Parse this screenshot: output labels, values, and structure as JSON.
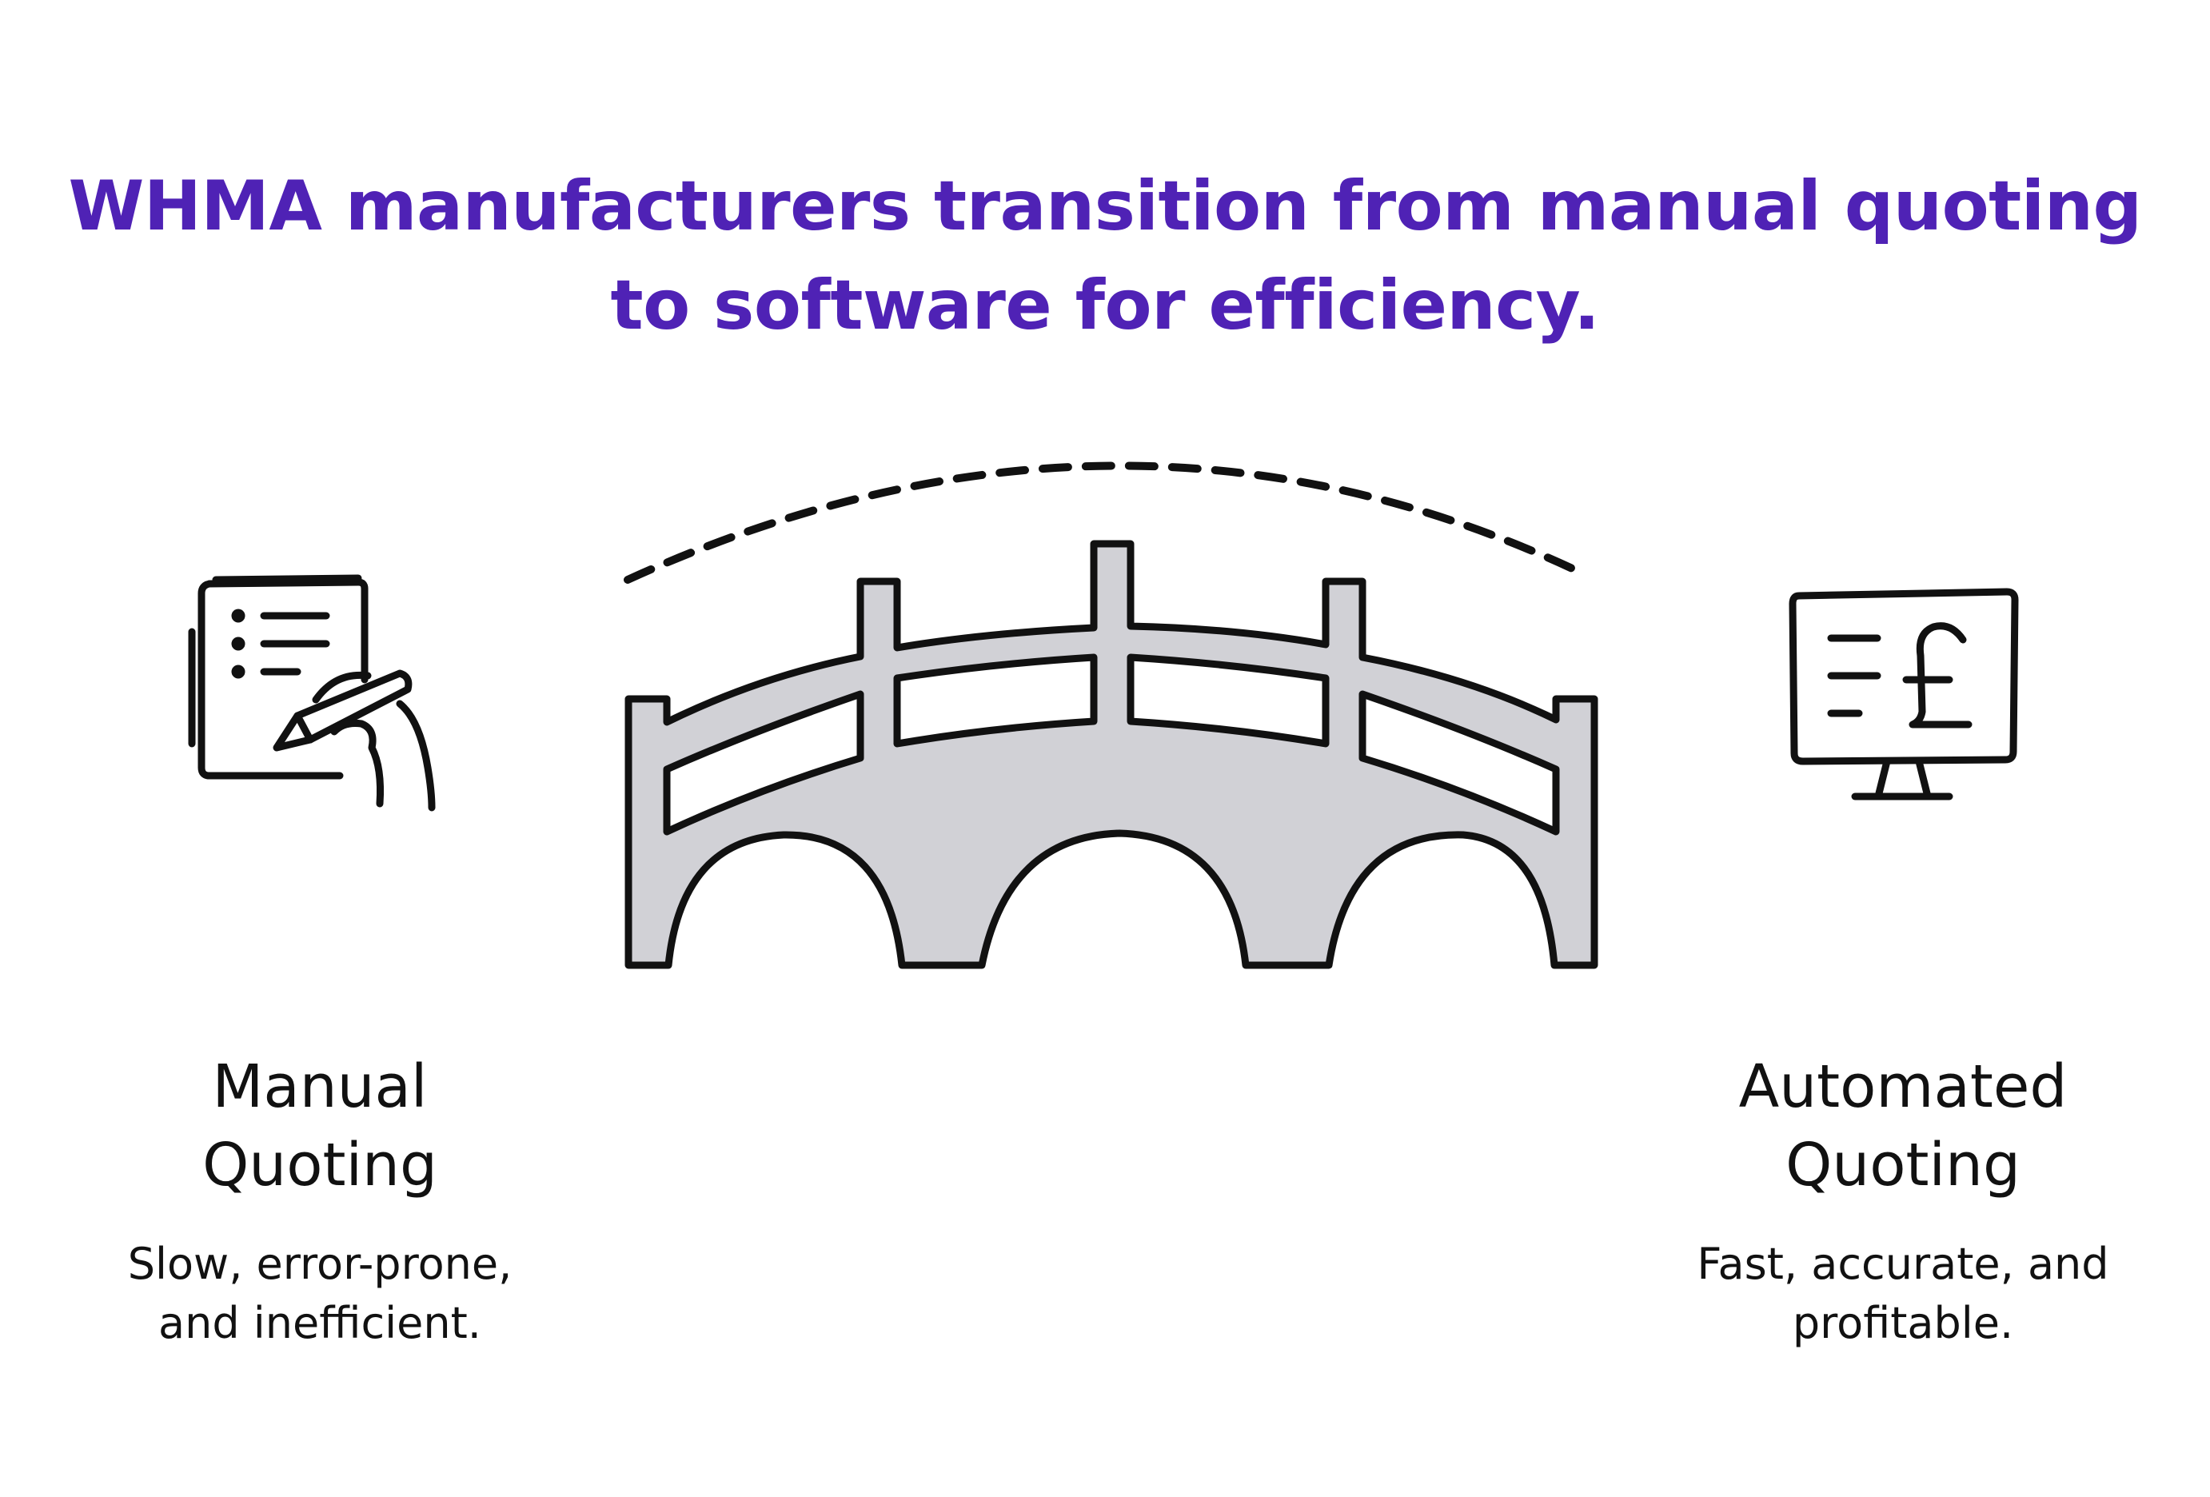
{
  "title": "WHMA manufacturers transition from manual quoting to software for efficiency.",
  "colors": {
    "title": "#4f22b5",
    "bridge_fill": "#d1d1d6",
    "stroke": "#111111"
  },
  "left": {
    "icon": "checklist-hand-writing-icon",
    "label": "Manual\nQuoting",
    "description": "Slow, error-prone,\nand inefficient."
  },
  "right": {
    "icon": "monitor-pound-icon",
    "label": "Automated\nQuoting",
    "description": "Fast, accurate, and\nprofitable."
  },
  "center": {
    "icon": "arched-bridge-icon"
  }
}
